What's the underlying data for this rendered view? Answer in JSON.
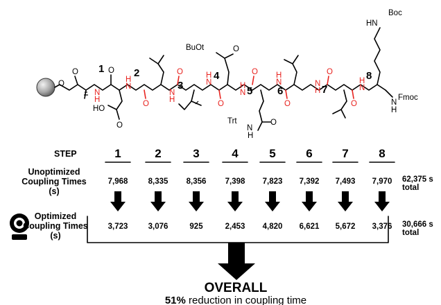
{
  "labels": {
    "boc": "Boc",
    "hn": "HN",
    "fmoc": "Fmoc",
    "nh": "N",
    "h": "H",
    "o": "O",
    "ho": "HO",
    "buot": "BuOt",
    "trt": "Trt"
  },
  "residues": [
    "1",
    "2",
    "3",
    "4",
    "5",
    "6",
    "7",
    "8"
  ],
  "table": {
    "step_label": "STEP",
    "steps": [
      "1",
      "2",
      "3",
      "4",
      "5",
      "6",
      "7",
      "8"
    ],
    "unopt_label": [
      "Unoptimized",
      "Coupling Times",
      "(s)"
    ],
    "unopt_values": [
      "7,968",
      "8,335",
      "8,356",
      "7,398",
      "7,823",
      "7,392",
      "7,493",
      "7,970"
    ],
    "unopt_total": [
      "62,375 s",
      "total"
    ],
    "opt_label": [
      "Optimized",
      "Coupling Times",
      "(s)"
    ],
    "opt_values": [
      "3,723",
      "3,076",
      "925",
      "2,453",
      "4,820",
      "6,621",
      "5,672",
      "3,376"
    ],
    "opt_total": [
      "30,666 s",
      "total"
    ]
  },
  "overall": {
    "title": "OVERALL",
    "percent": "51%",
    "text": " reduction in coupling time"
  },
  "colors": {
    "red": "#e8231f",
    "black": "#000000",
    "bead": "#9a9a9a"
  }
}
